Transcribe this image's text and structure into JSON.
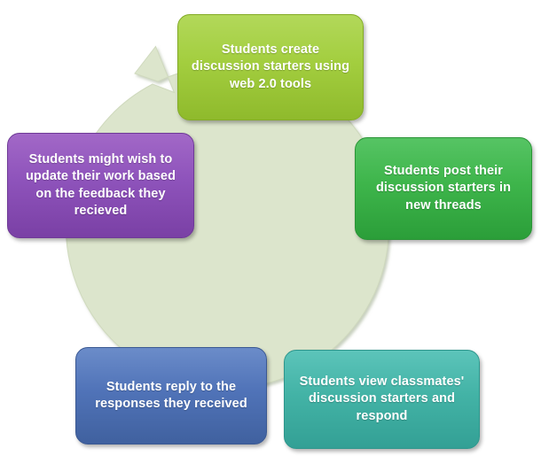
{
  "diagram": {
    "type": "cycle",
    "direction": "clockwise",
    "ring": {
      "color": "#dce5cc",
      "shadow_color": "#b9c4a6",
      "arrowhead_position": "upper-left",
      "arrowhead_points_to": "node-create"
    },
    "nodes": [
      {
        "id": "create",
        "order": 1,
        "label": "Students create discussion starters using web 2.0 tools",
        "color": "#9fca3c",
        "position": "top"
      },
      {
        "id": "post",
        "order": 2,
        "label": "Students post their discussion starters in new threads",
        "color": "#3eb54b",
        "position": "right"
      },
      {
        "id": "view",
        "order": 3,
        "label": "Students view classmates' discussion starters and respond",
        "color": "#43b3a6",
        "position": "bottom-right"
      },
      {
        "id": "reply",
        "order": 4,
        "label": "Students reply to the responses they received",
        "color": "#5073b8",
        "position": "bottom-left"
      },
      {
        "id": "update",
        "order": 5,
        "label": "Students might wish to update their work based on the feedback they recieved",
        "color": "#8e53bb",
        "position": "left"
      }
    ]
  }
}
